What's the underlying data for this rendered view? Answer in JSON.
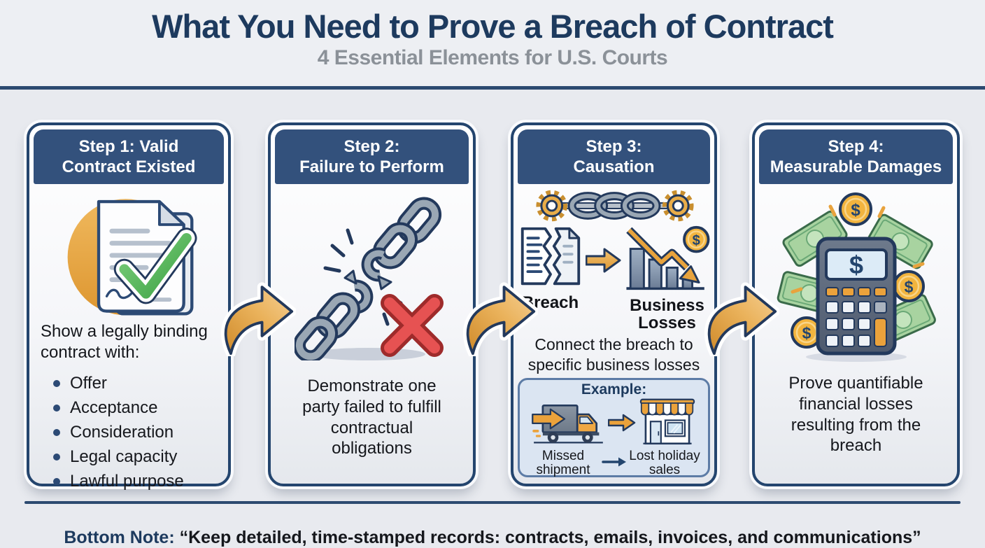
{
  "header": {
    "title": "What You Need to Prove a Breach of Contract",
    "subtitle": "4 Essential Elements for U.S. Courts"
  },
  "steps": [
    {
      "header_line1": "Step 1: Valid",
      "header_line2": "Contract Existed",
      "description": "Show a legally binding contract with:",
      "bullets": [
        "Offer",
        "Acceptance",
        "Consideration",
        "Legal capacity",
        "Lawful purpose"
      ]
    },
    {
      "header_line1": "Step 2:",
      "header_line2": "Failure to Perform",
      "description": "Demonstrate one party failed to fulfill contractual obligations"
    },
    {
      "header_line1": "Step 3:",
      "header_line2": "Causation",
      "label_left": "Breach",
      "label_right": "Business Losses",
      "description": "Connect the breach to specific business losses",
      "example": {
        "title": "Example:",
        "caption_left": "Missed shipment",
        "caption_right": "Lost holiday sales"
      }
    },
    {
      "header_line1": "Step 4:",
      "header_line2": "Measurable Damages",
      "description": "Prove quantifiable financial losses resulting from the breach"
    }
  ],
  "footer": {
    "label": "Bottom Note:",
    "quote": "“Keep detailed, time-stamped records: contracts, emails, invoices, and communications”"
  },
  "icons": {
    "currency_symbol": "$",
    "step1": "contract-check-icon",
    "step2": "broken-chain-icon",
    "step3_top": "chain-gears-icon",
    "step3_left": "torn-document-icon",
    "step3_right": "declining-chart-icon",
    "example_left": "delivery-truck-icon",
    "example_right": "storefront-icon",
    "step4": "calculator-money-icon",
    "connector": "curved-arrow-icon"
  },
  "colors": {
    "navy": "#1d3a5e",
    "header_blue": "#33517c",
    "orange": "#e8a33d",
    "green": "#4cb84f",
    "red": "#e04b4b",
    "background": "#e8eaef",
    "example_bg": "#dbe5f2"
  }
}
